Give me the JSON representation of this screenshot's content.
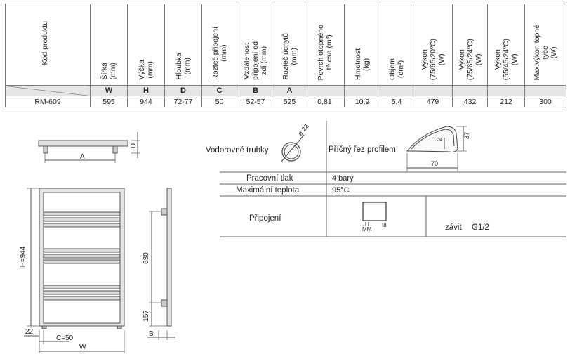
{
  "table": {
    "headers": [
      "Kód produktu",
      "Šířka (mm)",
      "Výška (mm)",
      "Hloubka (mm)",
      "Rozteč připojení (mm)",
      "Vzdálenost připojení od zdi (mm)",
      "Rozteč úchytů (mm)",
      "Povrch otopného tělesa (m³)",
      "Hmotnost (kg)",
      "Objem (dm³)",
      "Výkon (75/65/20ºC) (W)",
      "Výkon (75/65/24ºC) (W)",
      "Výkon (55/45/24ºC) (W)",
      "Max.výkon topné tyče (W)"
    ],
    "header_lines": [
      [
        "Kód produktu"
      ],
      [
        "Šířka",
        "(mm)"
      ],
      [
        "Výška",
        "(mm)"
      ],
      [
        "Hloubka",
        "(mm)"
      ],
      [
        "Rozteč připojení",
        "(mm)"
      ],
      [
        "Vzdálenost",
        "připojení od",
        "zdi (mm)"
      ],
      [
        "Rozteč úchytů",
        "(mm)"
      ],
      [
        "Povrch otopného",
        "tělesa (m³)"
      ],
      [
        "Hmotnost",
        "(kg)"
      ],
      [
        "Objem",
        "(dm³)"
      ],
      [
        "Výkon",
        "(75/65/20ºC)",
        "(W)"
      ],
      [
        "Výkon",
        "(75/65/24ºC)",
        "(W)"
      ],
      [
        "Výkon",
        "(55/45/24ºC)",
        "(W)"
      ],
      [
        "Max.výkon topné",
        "tyče",
        "(W)"
      ]
    ],
    "letters": [
      "",
      "W",
      "H",
      "D",
      "C",
      "B",
      "A",
      "",
      "",
      "",
      "",
      "",
      "",
      ""
    ],
    "row": [
      "RM-609",
      "595",
      "944",
      "72-77",
      "50",
      "52-57",
      "525",
      "0,81",
      "10,9",
      "5,4",
      "479",
      "432",
      "212",
      "300"
    ]
  },
  "drawings": {
    "top_view_A": "A",
    "top_view_D": "D",
    "front_H": "H=944",
    "front_22": "22",
    "front_C": "C=50",
    "front_W": "W",
    "side_630": "630",
    "side_157": "157",
    "side_B": "B"
  },
  "props": {
    "tube_label": "Vodorovné trubky",
    "tube_dim": "ø 22",
    "profile_label": "Příčný řez profilem",
    "profile_37": "37",
    "profile_2": "2",
    "profile_70": "70",
    "pressure_label": "Pracovní tlak",
    "pressure_value": "4 bary",
    "temp_label": "Maximální teplota",
    "temp_value": "95°C",
    "conn_label": "Připojení",
    "conn_mm": "MM",
    "conn_i8": "I8",
    "thread_label": "závit",
    "thread_value": "G1/2"
  }
}
